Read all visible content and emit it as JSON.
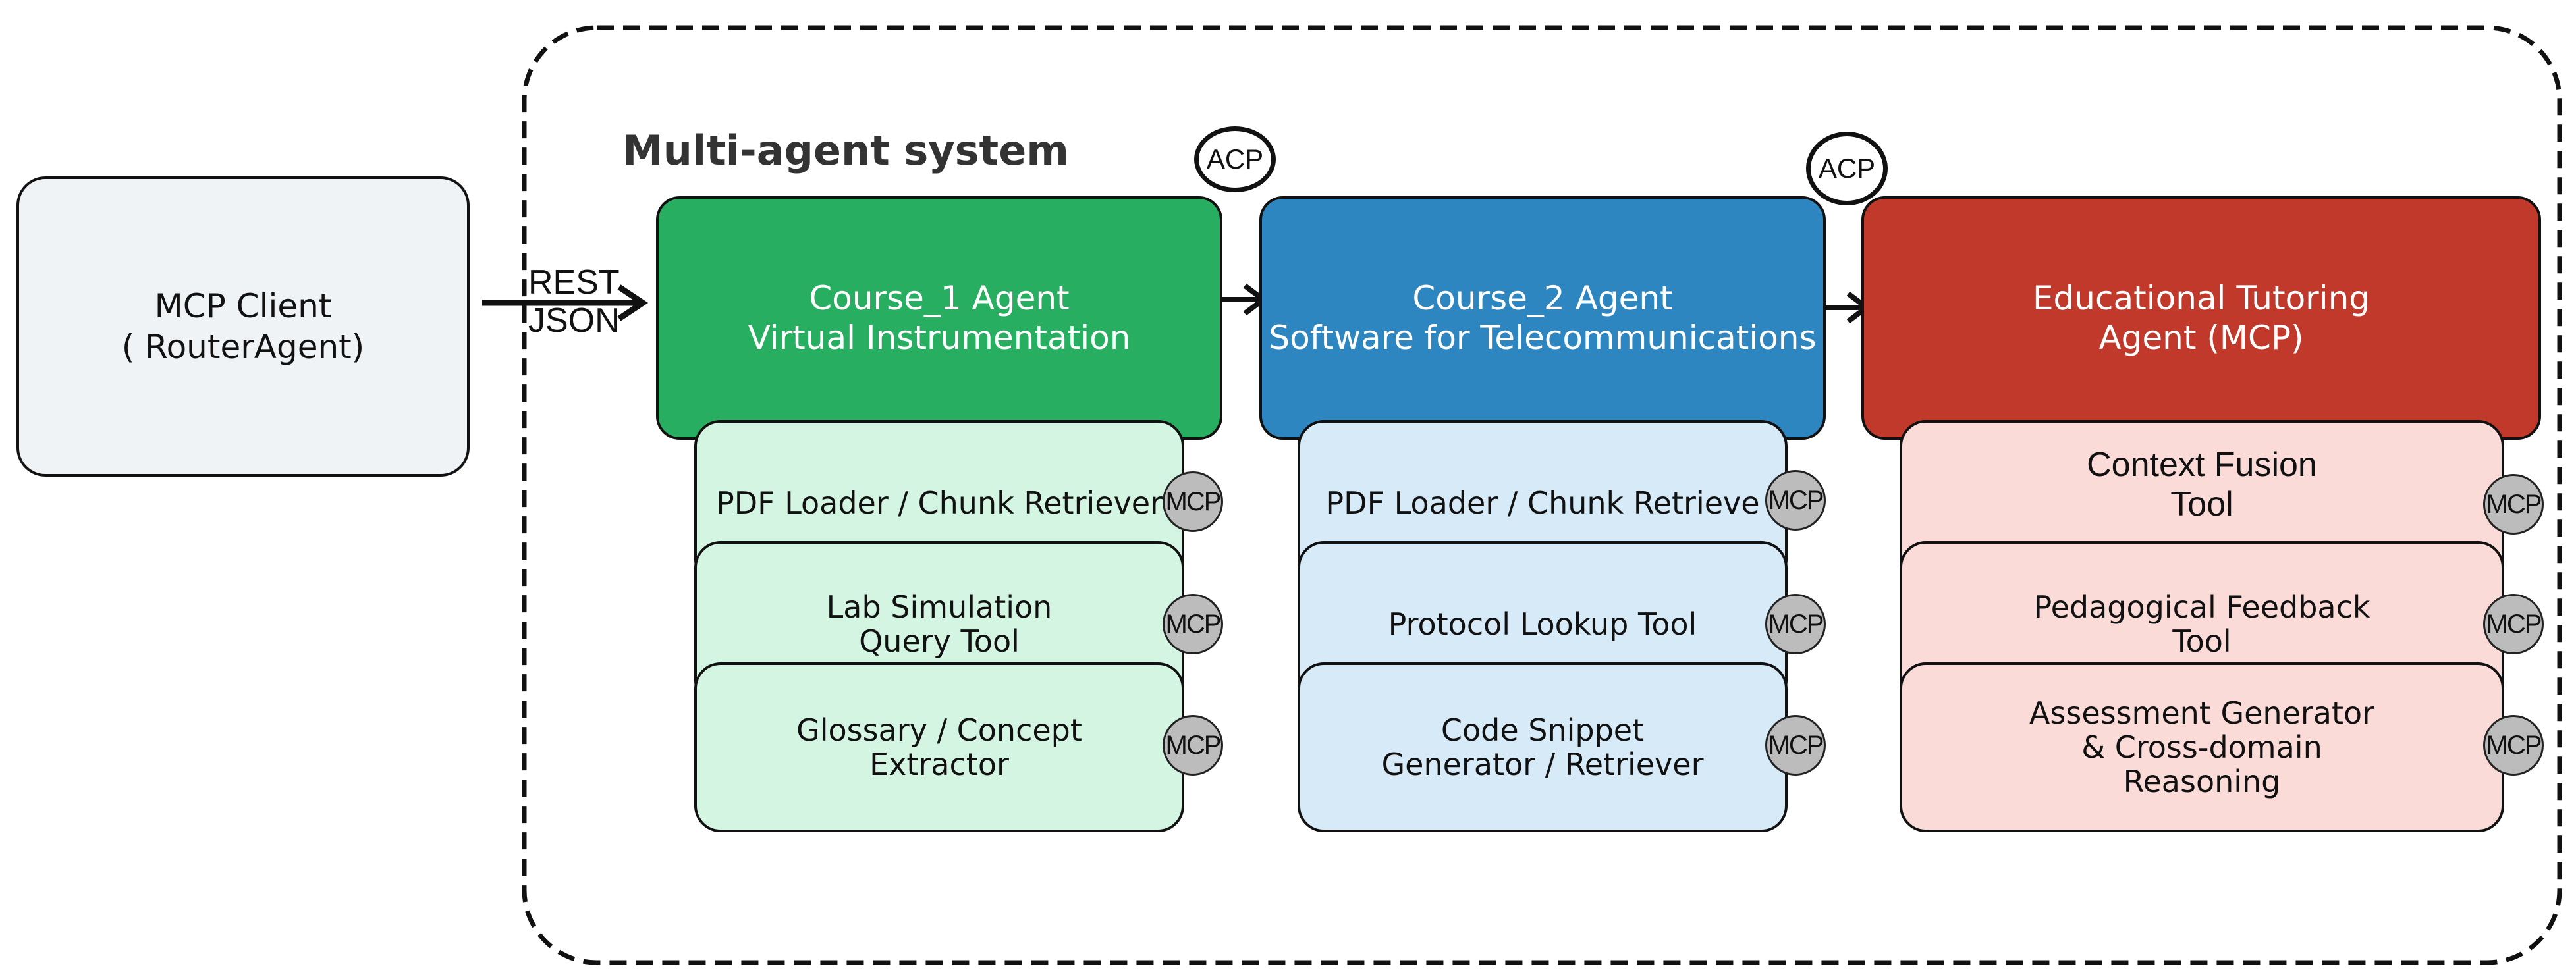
{
  "client": {
    "line1": "MCP Client",
    "line2": "( RouterAgent)"
  },
  "protocol": {
    "line1": "REST",
    "line2": "JSON"
  },
  "system_title": "Multi-agent system",
  "acp_label": "ACP",
  "mcp_label": "MCP",
  "agents": [
    {
      "name": "Course_1 Agent",
      "subtitle": "Virtual Instrumentation",
      "color": "#27AE60"
    },
    {
      "name": "Course_2 Agent",
      "subtitle": "Software for Telecommunications",
      "color": "#2E86C1"
    },
    {
      "name": "Educational Tutoring",
      "subtitle": "Agent (MCP)",
      "color": "#C0392B"
    }
  ],
  "tool_colors": [
    "#D5F5E3",
    "#D6EAF8",
    "#FADBD8"
  ],
  "tools": [
    [
      "PDF Loader / Chunk Retriever",
      "Lab Simulation\nQuery Tool",
      "Glossary / Concept\nExtractor"
    ],
    [
      "PDF Loader / Chunk Retrieve",
      "Protocol Lookup Tool",
      "Code Snippet\nGenerator / Retriever"
    ],
    [
      "Context Fusion\nTool",
      "Pedagogical Feedback\nTool",
      "Assessment Generator\n& Cross-domain\nReasoning"
    ]
  ]
}
